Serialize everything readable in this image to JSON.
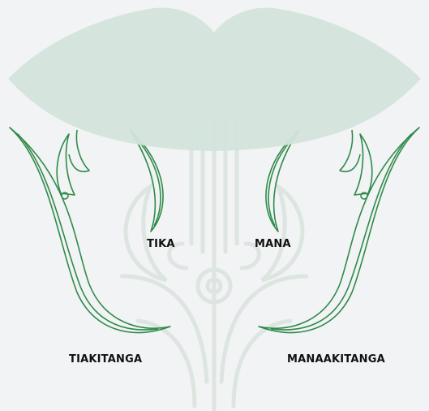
{
  "labels": {
    "tika": "TIKA",
    "mana": "MANA",
    "tiakitanga": "TIAKITANGA",
    "manaakitanga": "MANAAKITANGA"
  },
  "colors": {
    "background": "#f2f3f4",
    "lips_fill": "#d3e4dc",
    "green_stroke": "#2f8a4a",
    "faint_motif": "#dfe6e3",
    "label_text": "#111111"
  }
}
